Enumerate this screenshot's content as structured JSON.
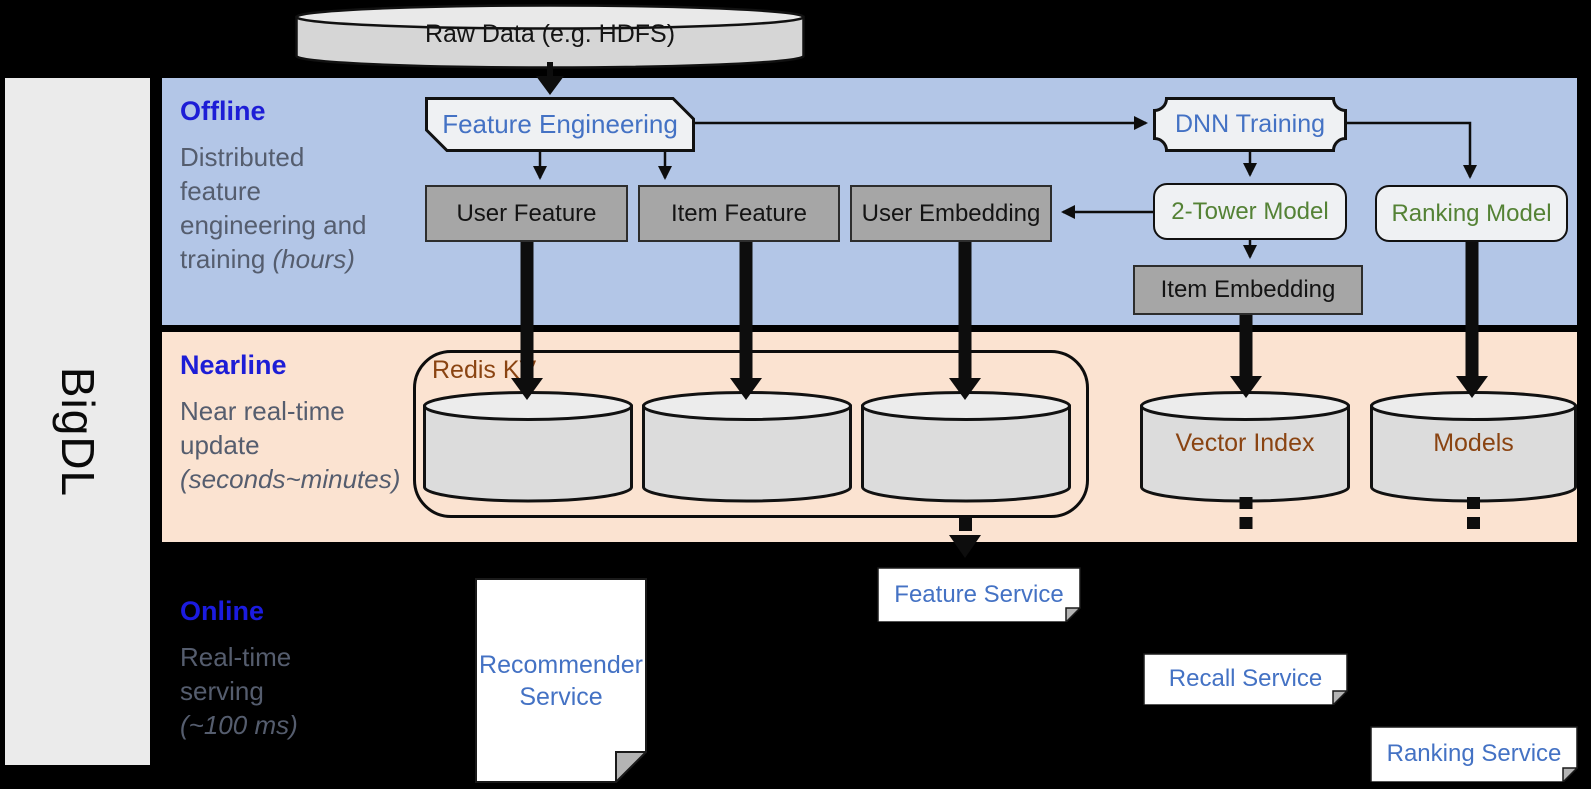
{
  "sidebar": {
    "brand": "BigDL"
  },
  "source_store": {
    "label": "Raw Data (e.g. HDFS)"
  },
  "bands": {
    "offline": {
      "title": "Offline",
      "line1": "Distributed",
      "line2": "feature",
      "line3": "engineering and",
      "line4": "training ",
      "line4_italic": "(hours)"
    },
    "nearline": {
      "title": "Nearline",
      "line1": "Near real-time",
      "line2": "update",
      "line3_italic": "(seconds~minutes)"
    },
    "online": {
      "title": "Online",
      "line1": "Real-time",
      "line2": "serving",
      "line3_italic": "(~100 ms)"
    }
  },
  "offline_nodes": {
    "feature_engineering": "Feature Engineering",
    "dnn_training": "DNN Training",
    "user_feature": "User Feature",
    "item_feature": "Item Feature",
    "user_embedding": "User Embedding",
    "two_tower_model": "2-Tower Model",
    "ranking_model": "Ranking Model",
    "item_embedding": "Item Embedding"
  },
  "nearline_nodes": {
    "redis_kv": "Redis KV",
    "vector_index": "Vector Index",
    "models": "Models"
  },
  "online_nodes": {
    "recommender_service": "Recommender Service",
    "feature_service": "Feature Service",
    "recall_service": "Recall Service",
    "ranking_service": "Ranking Service"
  },
  "colors": {
    "offline_band": "#b3c6e7",
    "nearline_band": "#fbe3d1",
    "online_band": "#000000",
    "sidebar": "#ebebeb",
    "heading_blue": "#1d1dd6",
    "desc_gray": "#555d6e",
    "node_text_blue": "#4472c4",
    "node_text_green": "#548235",
    "node_text_brown": "#8a4412",
    "gray_box": "#a6a6a6",
    "light_box": "#eff1f3",
    "cylinder": "#dcdcdc"
  }
}
